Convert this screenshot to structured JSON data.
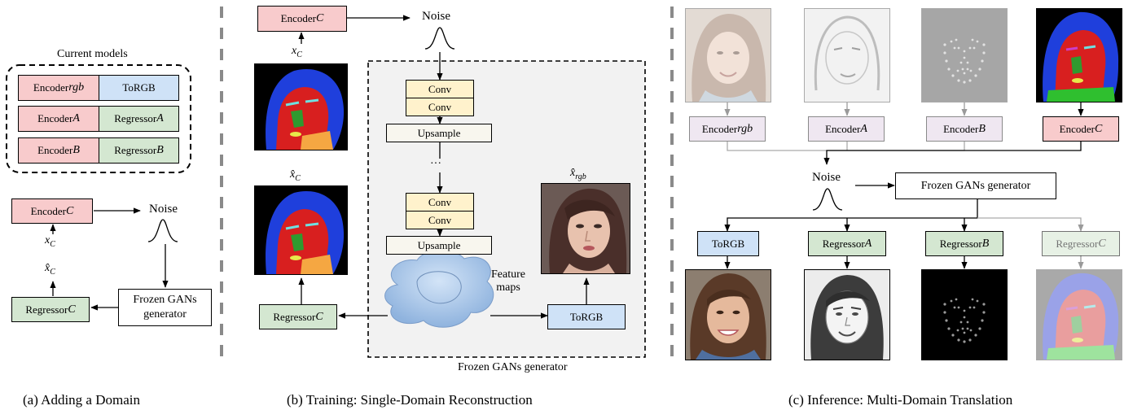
{
  "panel_a": {
    "group_title": "Current models",
    "rows": [
      {
        "encoder": "Encoder",
        "encoder_sub": "rgb",
        "decoder": "ToRGB",
        "decoder_sub": ""
      },
      {
        "encoder": "Encoder",
        "encoder_sub": "A",
        "decoder": "Regressor",
        "decoder_sub": "A"
      },
      {
        "encoder": "Encoder",
        "encoder_sub": "B",
        "decoder": "Regressor",
        "decoder_sub": "B"
      }
    ],
    "encoder_c": "Encoder",
    "encoder_c_sub": "C",
    "noise": "Noise",
    "x_c": "x",
    "x_c_sub": "C",
    "x_c_hat": "x̂",
    "x_c_hat_sub": "C",
    "regressor_c": "Regressor",
    "regressor_c_sub": "C",
    "generator": "Frozen GANs generator",
    "caption": "(a) Adding a Domain"
  },
  "panel_b": {
    "encoder_c": "Encoder",
    "encoder_c_sub": "C",
    "noise": "Noise",
    "x_c": "x",
    "x_c_sub": "C",
    "x_c_hat": "x̂",
    "x_c_hat_sub": "C",
    "x_rgb_hat": "x̂",
    "x_rgb_hat_sub": "rgb",
    "conv": "Conv",
    "upsample": "Upsample",
    "dots": "···",
    "feature_maps": "Feature maps",
    "regressor_c": "Regressor",
    "regressor_c_sub": "C",
    "torgb": "ToRGB",
    "generator_label": "Frozen GANs generator",
    "caption": "(b) Training: Single-Domain Reconstruction"
  },
  "panel_c": {
    "encoders": [
      {
        "label": "Encoder",
        "sub": "rgb"
      },
      {
        "label": "Encoder",
        "sub": "A"
      },
      {
        "label": "Encoder",
        "sub": "B"
      },
      {
        "label": "Encoder",
        "sub": "C"
      }
    ],
    "noise": "Noise",
    "generator": "Frozen GANs generator",
    "decoders": [
      {
        "label": "ToRGB",
        "sub": ""
      },
      {
        "label": "Regressor",
        "sub": "A"
      },
      {
        "label": "Regressor",
        "sub": "B"
      },
      {
        "label": "Regressor",
        "sub": "C"
      }
    ],
    "caption": "(c) Inference: Multi-Domain Translation"
  },
  "colors": {
    "encoder": "#f8cbcc",
    "torgb": "#cfe2f7",
    "regressor": "#d4e7d1",
    "encoder_inactive": "#efe7f1",
    "conv": "#fff2cc",
    "upsample": "#f8f6ee",
    "generator_bg": "#f2f2f2",
    "seg_hair": "#1f3fdc",
    "seg_face": "#d81f1f",
    "seg_neck": "#f5a742",
    "seg_nose": "#2f9a2f"
  },
  "icons": [
    "gaussian-noise-icon",
    "feature-maps-blob-icon",
    "segmentation-map-image",
    "face-photo-image",
    "sketch-image",
    "landmark-image"
  ]
}
